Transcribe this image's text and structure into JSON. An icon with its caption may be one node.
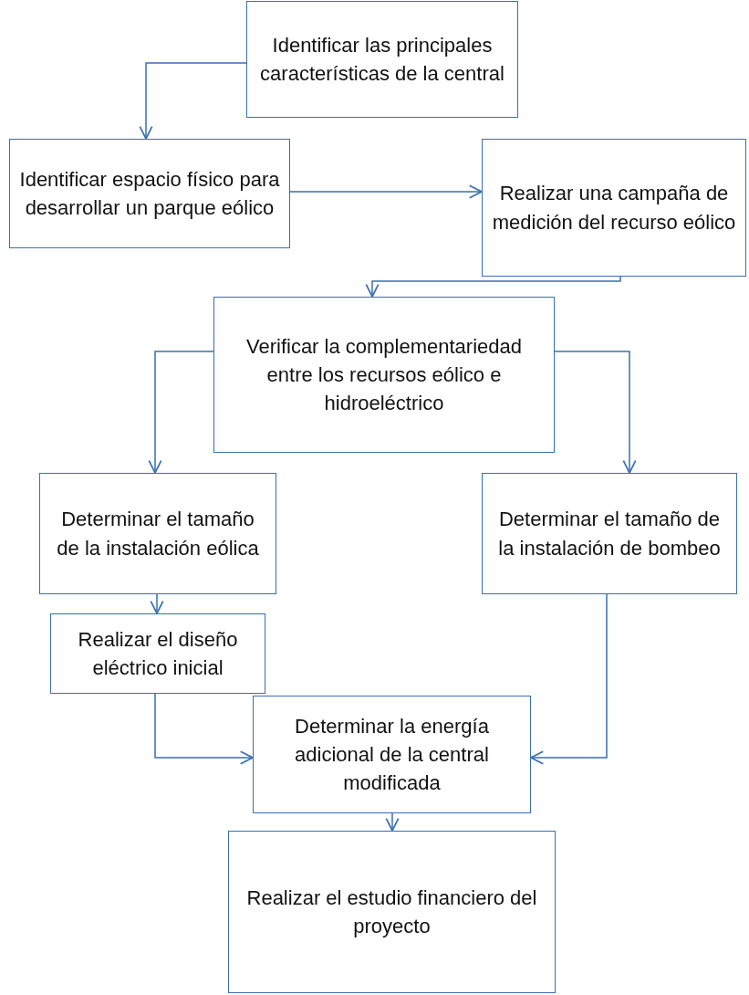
{
  "diagram": {
    "nodes": [
      {
        "text": [
          "Identificar las principales características de la central"
        ]
      },
      {
        "text": [
          "Identificar espacio físico para desarrollar un parque eólico"
        ]
      },
      {
        "text": [
          "Realizar una campaña de medición del recurso eólico"
        ]
      },
      {
        "text": [
          "Verificar la complementariedad entre los recursos eólico e hidroeléctrico"
        ]
      },
      {
        "text": [
          "Determinar el tamaño de la instalación eólica"
        ]
      },
      {
        "text": [
          "Determinar el tamaño de la instalación de bombeo"
        ]
      },
      {
        "text": [
          "Realizar el diseño eléctrico inicial"
        ]
      },
      {
        "text": [
          "Determinar la energía adicional de la central modificada"
        ]
      },
      {
        "text": [
          "Realizar el estudio financiero del proyecto"
        ]
      }
    ],
    "edges": [
      {
        "from": 0,
        "to": 1,
        "arrow": "to"
      },
      {
        "from": 1,
        "to": 2,
        "arrow": "to"
      },
      {
        "from": 2,
        "to": 3,
        "arrow": "to"
      },
      {
        "from": 3,
        "to": 4,
        "arrow": "to"
      },
      {
        "from": 3,
        "to": 5,
        "arrow": "to"
      },
      {
        "from": 4,
        "to": 6,
        "arrow": "to"
      },
      {
        "from": 6,
        "to": 7,
        "arrow": "to"
      },
      {
        "from": 5,
        "to": 7,
        "arrow": "to"
      },
      {
        "from": 7,
        "to": 8,
        "arrow": "to"
      }
    ]
  }
}
